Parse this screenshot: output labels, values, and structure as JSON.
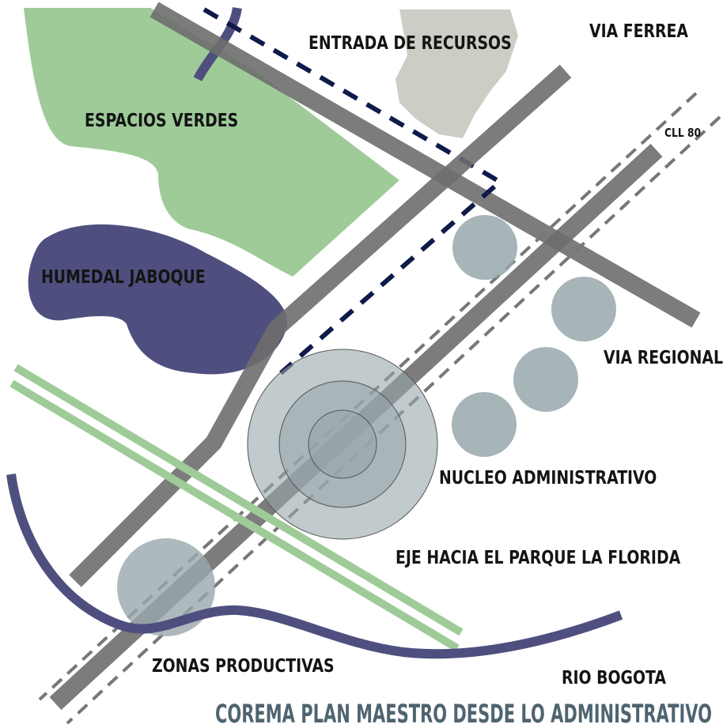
{
  "labels": {
    "entrada_recursos": "ENTRADA DE RECURSOS",
    "via_ferrea": "VIA FERREA",
    "espacios_verdes": "ESPACIOS VERDES",
    "cll80": "CLL 80",
    "humedal": "HUMEDAL  JABOQUE",
    "via_regional": "VIA REGIONAL",
    "nucleo": "NUCLEO ADMINISTRATIVO",
    "eje_parque": "EJE HACIA EL PARQUE LA FLORIDA",
    "zonas_productivas": "ZONAS PRODUCTIVAS",
    "rio_bogota": "RIO BOGOTA"
  },
  "title": "COREMA PLAN  MAESTRO DESDE LO ADMINISTRATIVO",
  "colors": {
    "green_area": "#9ecb98",
    "wetland": "#4f4f7f",
    "river": "#4f4f7f",
    "road": "#6e6e6e",
    "dashed_line": "#0f1a4a",
    "circle": "#98a7ab",
    "resource_area": "#cdcdc5",
    "title": "#4f6470"
  }
}
